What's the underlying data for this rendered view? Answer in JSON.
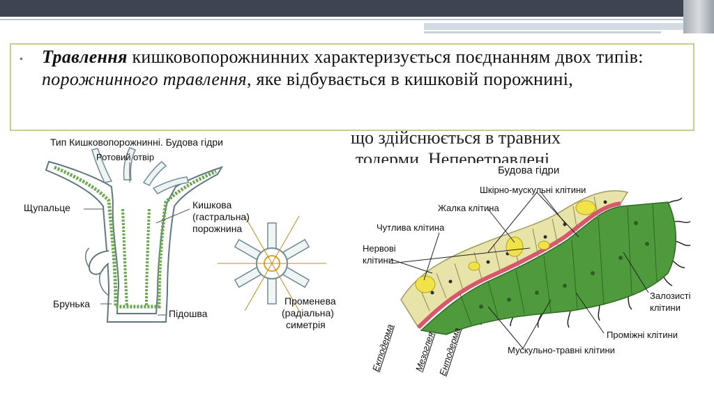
{
  "slide": {
    "paragraph": {
      "bold_term": "Травлення",
      "text_1": " кишковопорожнинних характеризується поєднанням двох типів: ",
      "italic_term": "порожнинного травлення,",
      "text_2": " яке відбувається в кишковій порожнині,"
    },
    "overflow_line_1": "що здійснюється в травних",
    "overflow_line_2": "тодерми. Неперетравлені"
  },
  "left_figure": {
    "title": "Тип Кишковопорожнинні. Будова гідри",
    "labels": {
      "mouth": "Ротовий отвір",
      "tentacle": "Щупальце",
      "cavity_1": "Кишкова",
      "cavity_2": "(гастральна)",
      "cavity_3": "порожнина",
      "bud": "Брунька",
      "sole": "Підошва",
      "symmetry_1": "Променева",
      "symmetry_2": "(радіальна)",
      "symmetry_3": "симетрія"
    }
  },
  "right_figure": {
    "title": "Будова гідри",
    "labels": {
      "skin_muscle": "Шкірно-мускульні клітини",
      "stinging": "Жалка клітина",
      "sensory": "Чутлива клітина",
      "nerve_1": "Нервові",
      "nerve_2": "клітини",
      "glandular_1": "Залозисті",
      "glandular_2": "клітини",
      "intermediate": "Проміжні клітини",
      "digestive_muscle": "Мускульно-травні клітини",
      "ectoderm": "Ектодерма",
      "mesoglea": "Мезоглея",
      "endoderm": "Ентодерма"
    }
  },
  "colors": {
    "topbar": "#3d4552",
    "frame": "#c9cc8a",
    "ectoderm": "#e6e3a6",
    "endoderm": "#4e9a3c",
    "mesoglea": "#d9576a",
    "tentacle_outline": "#6f8b93"
  }
}
